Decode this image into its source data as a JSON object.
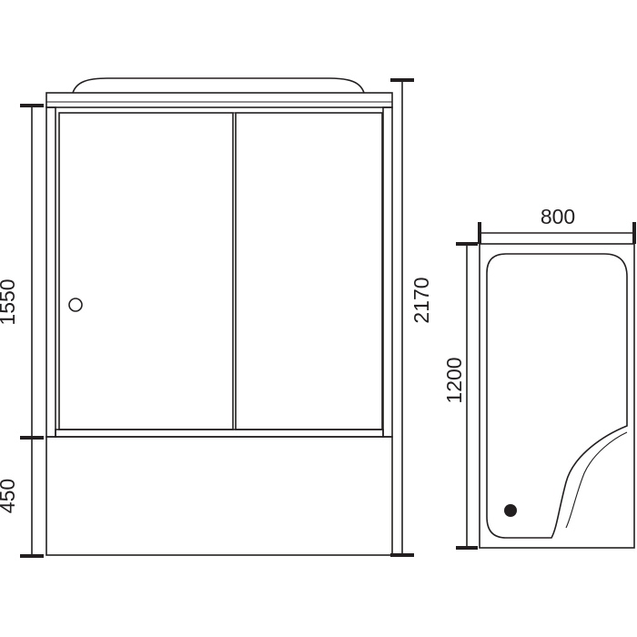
{
  "dimensions": {
    "front_height_upper": "1550",
    "front_height_lower": "450",
    "total_height": "2170",
    "plan_width": "800",
    "plan_depth": "1200"
  },
  "colors": {
    "stroke": "#231f20",
    "background": "#ffffff"
  }
}
